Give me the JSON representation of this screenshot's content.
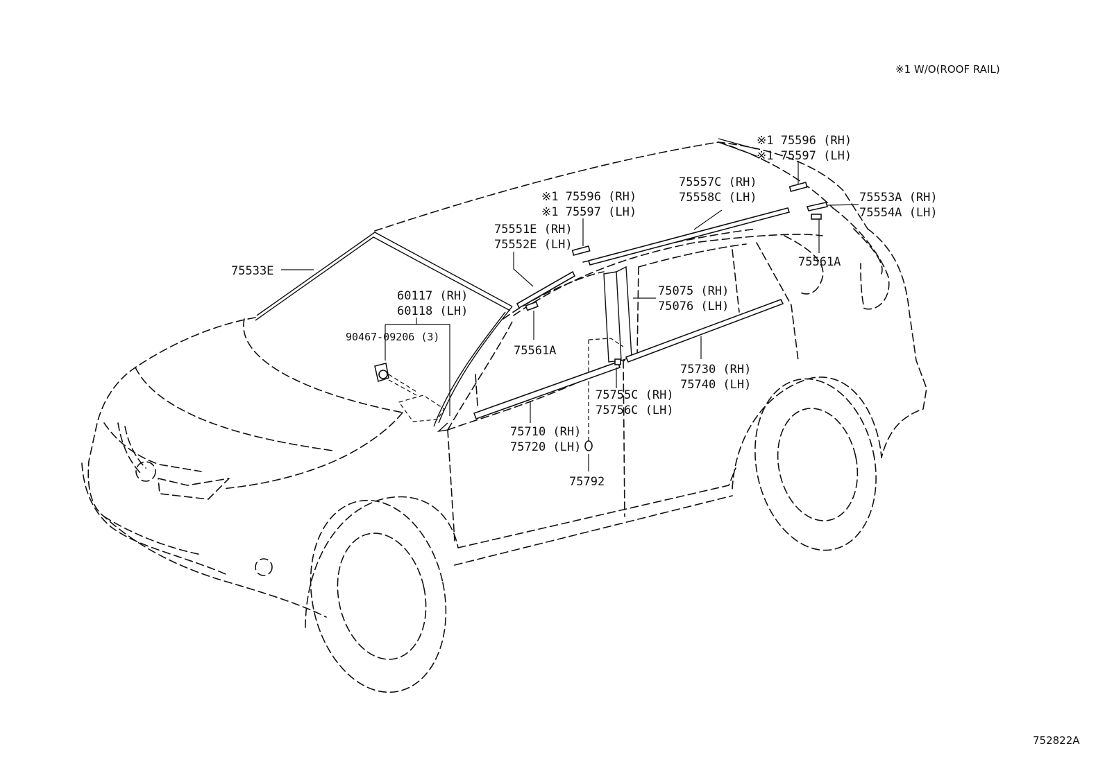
{
  "note": "※1 W/O(ROOF RAIL)",
  "diagram_code": "752822A",
  "labels": {
    "p75596_rear": "※1 75596 (RH)",
    "p75597_rear": "※1 75597 (LH)",
    "p75596_front": "※1 75596 (RH)",
    "p75597_front": "※1 75597 (LH)",
    "p75557c": "75557C (RH)",
    "p75558c": "75558C (LH)",
    "p75553a": "75553A (RH)",
    "p75554a": "75554A (LH)",
    "p75551e": "75551E (RH)",
    "p75552e": "75552E (LH)",
    "p75533e": "75533E",
    "p60117": "60117 (RH)",
    "p60118": "60118 (LH)",
    "p90467": "90467-09206 (3)",
    "p75561a_front": "75561A",
    "p75561a_rear": "75561A",
    "p75075": "75075 (RH)",
    "p75076": "75076 (LH)",
    "p75730": "75730 (RH)",
    "p75740": "75740 (LH)",
    "p75755c": "75755C (RH)",
    "p75756c": "75756C (LH)",
    "p75710": "75710 (RH)",
    "p75720": "75720 (LH)",
    "p75792": "75792"
  }
}
